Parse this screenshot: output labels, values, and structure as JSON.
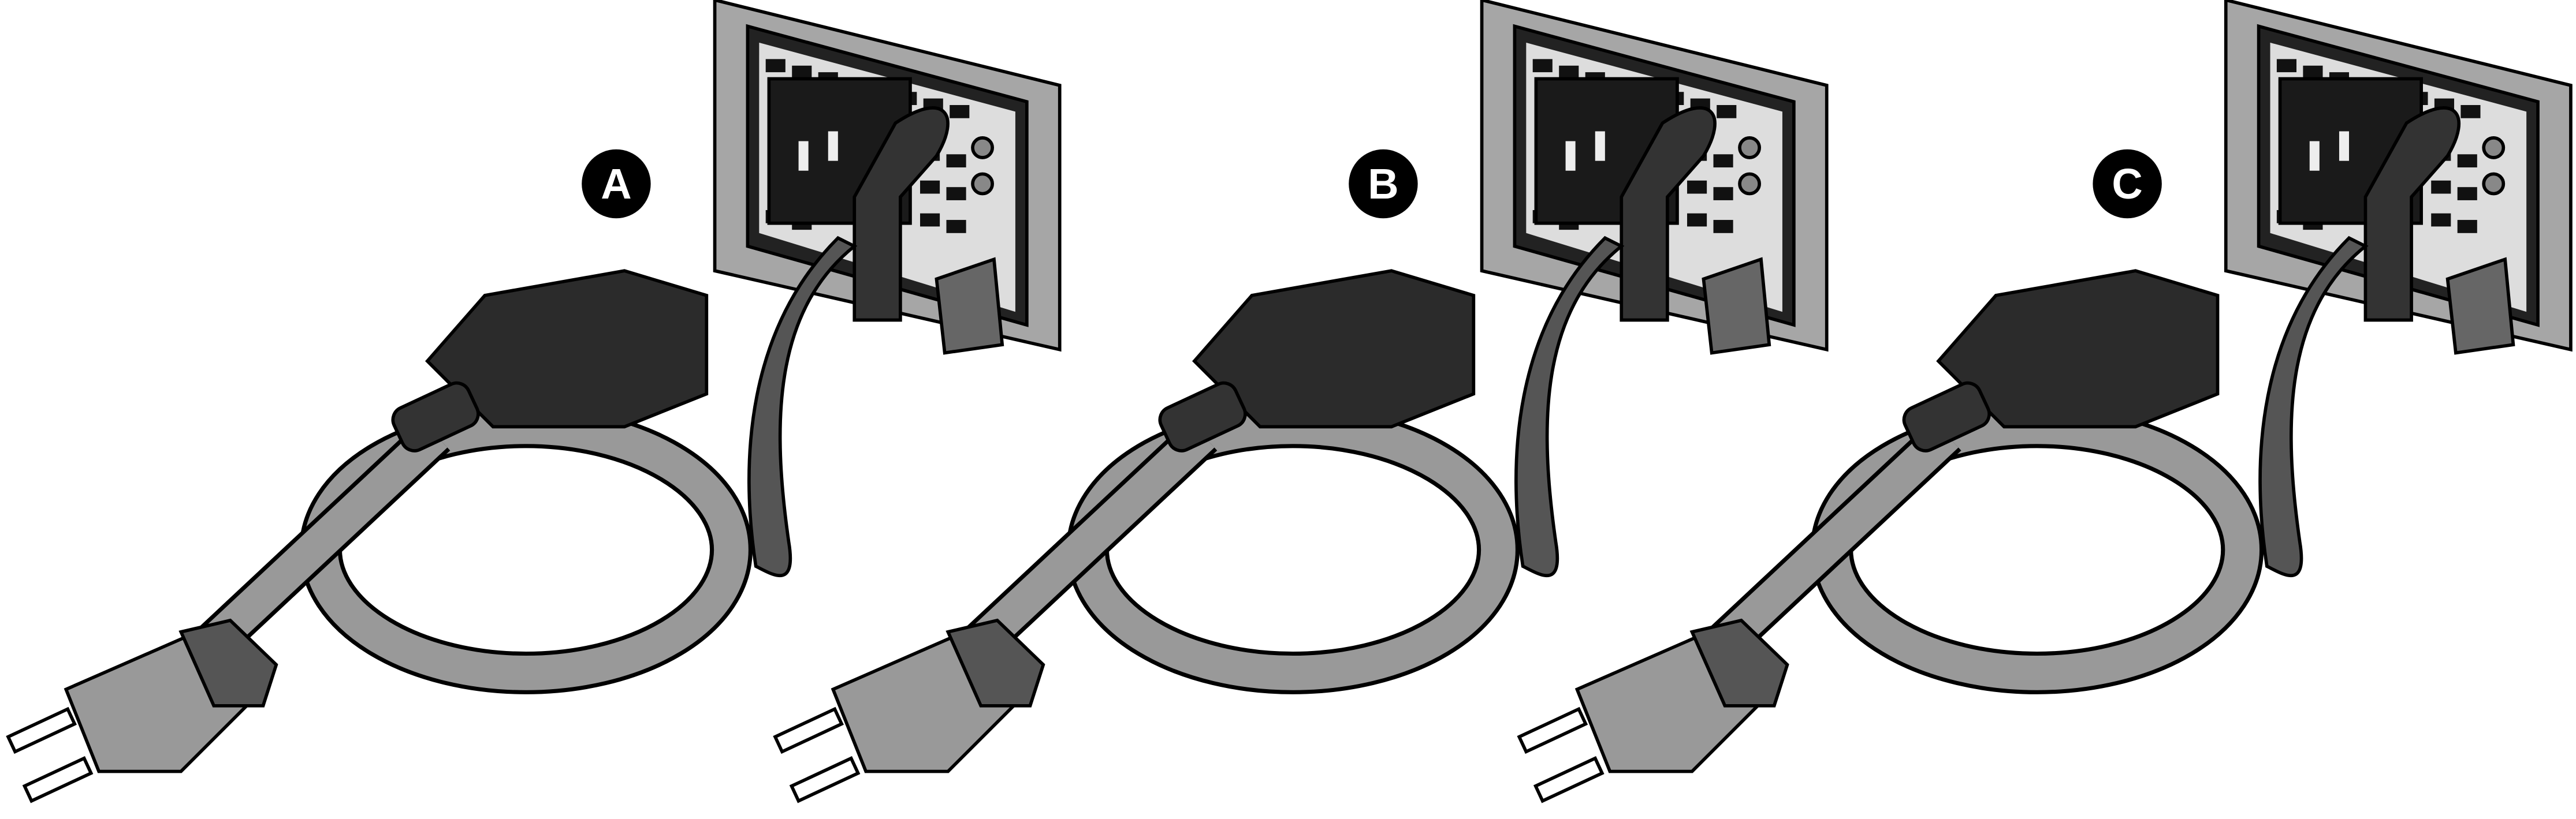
{
  "figure": {
    "steps": [
      {
        "label": "A"
      },
      {
        "label": "B"
      },
      {
        "label": "C"
      }
    ],
    "colors": {
      "plate": "#a6a6a6",
      "cord": "#999999",
      "connector": "#2b2b2b",
      "strap": "#555555",
      "outline": "#000000",
      "badge": "#000000"
    }
  }
}
